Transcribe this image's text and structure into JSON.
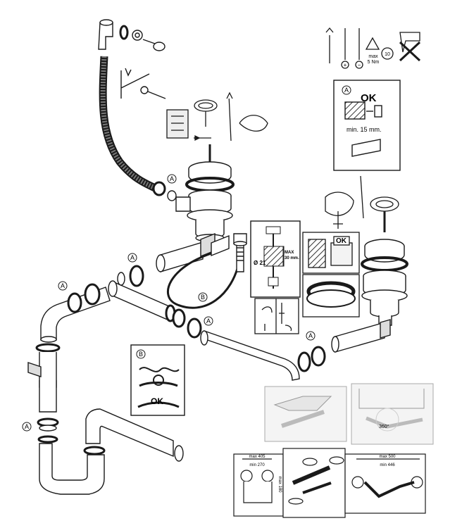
{
  "callout_letters": {
    "a": "A",
    "b": "B"
  },
  "tools_panel": {
    "torque_max": "max",
    "torque_value": "5 Nm",
    "torque_badge": "10",
    "plus_sign": "+",
    "minus_sign": "−"
  },
  "inset_a": {
    "letter": "A",
    "ok": "OK",
    "min_label": "min. 15 mm."
  },
  "inset_b": {
    "letter": "B",
    "ok": "OK"
  },
  "strainer_inset": {
    "ok": "OK"
  },
  "drain_depth_inset": {
    "max_label": "MAX",
    "max_value": "30 mm.",
    "diameter": "Ø 21"
  },
  "rotation_inset": {
    "angle": "360°"
  },
  "dimension_insets": {
    "left_top": "max 405",
    "left_bottom": "min 270",
    "left_vertical": "max 180",
    "right_top": "max 500",
    "right_bottom": "min 446"
  },
  "colors": {
    "line": "#1a1a1a",
    "shade": "#d9d9d9",
    "panel_bg": "#f4f4f4"
  }
}
